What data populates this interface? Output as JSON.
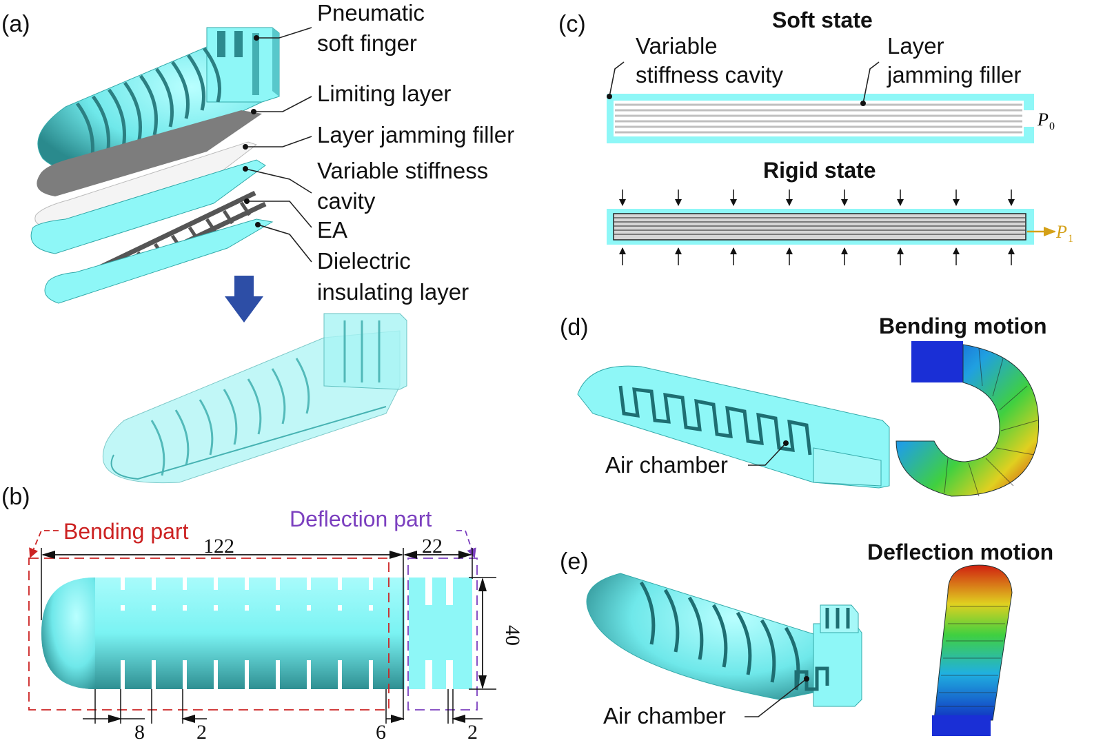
{
  "panel_labels": {
    "a": "(a)",
    "b": "(b)",
    "c": "(c)",
    "d": "(d)",
    "e": "(e)"
  },
  "panel_a": {
    "labels": {
      "finger_line1": "Pneumatic",
      "finger_line2": "soft finger",
      "limiting": "Limiting layer",
      "filler": "Layer jamming filler",
      "cavity_line1": "Variable stiffness",
      "cavity_line2": "cavity",
      "ea": "EA",
      "dielectric_line1": "Dielectric",
      "dielectric_line2": "insulating layer"
    }
  },
  "panel_b": {
    "bending_label": "Bending part",
    "deflection_label": "Deflection part",
    "dims": {
      "total": "122",
      "deflect": "22",
      "width": "40",
      "rib": "8",
      "gap": "2",
      "end": "6",
      "slot": "2"
    },
    "colors": {
      "bending": "#cc2222",
      "deflection": "#7b3fbf"
    }
  },
  "panel_c": {
    "soft_title": "Soft state",
    "rigid_title": "Rigid state",
    "cavity_line1": "Variable",
    "cavity_line2": "stiffness cavity",
    "filler_line1": "Layer",
    "filler_line2": "jamming filler",
    "p0_main": "P",
    "p0_sub": "0",
    "p1_main": "P",
    "p1_sub": "1",
    "colors": {
      "p1": "#d4a017"
    }
  },
  "panel_d": {
    "title": "Bending motion",
    "air_label": "Air chamber"
  },
  "panel_e": {
    "title": "Deflection motion",
    "air_label": "Air chamber"
  }
}
